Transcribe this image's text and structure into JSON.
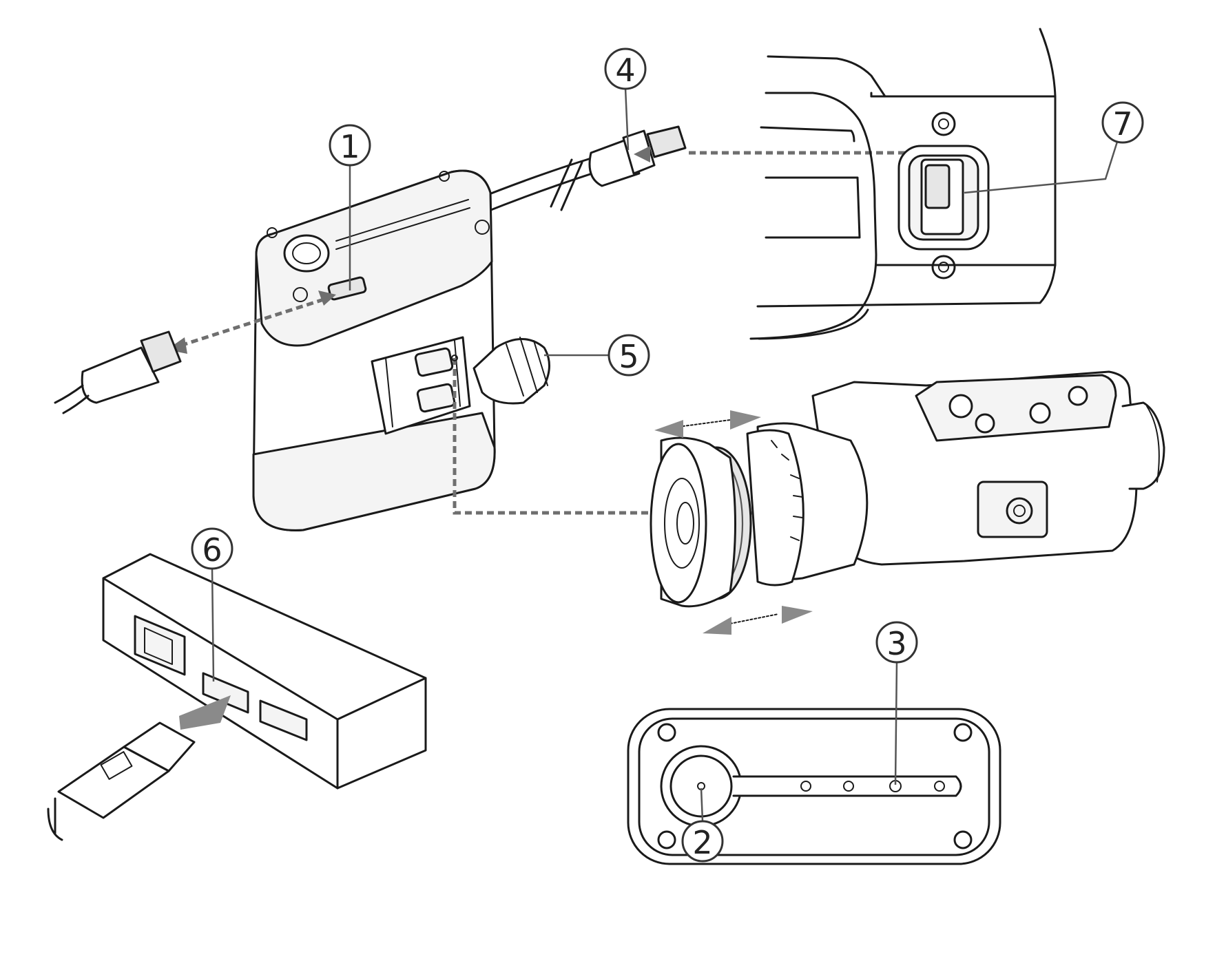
{
  "callouts": [
    {
      "id": "1",
      "label": "1"
    },
    {
      "id": "2",
      "label": "2"
    },
    {
      "id": "3",
      "label": "3"
    },
    {
      "id": "4",
      "label": "4"
    },
    {
      "id": "5",
      "label": "5"
    },
    {
      "id": "6",
      "label": "6"
    },
    {
      "id": "7",
      "label": "7"
    }
  ],
  "colors": {
    "line": "#1a1a1a",
    "dashed_arrow": "#6f6f6f",
    "callout_stroke": "#333333"
  },
  "icons": [
    "battery-pack",
    "usb-cable",
    "monocular-device",
    "led-panel",
    "computer-port-box"
  ]
}
